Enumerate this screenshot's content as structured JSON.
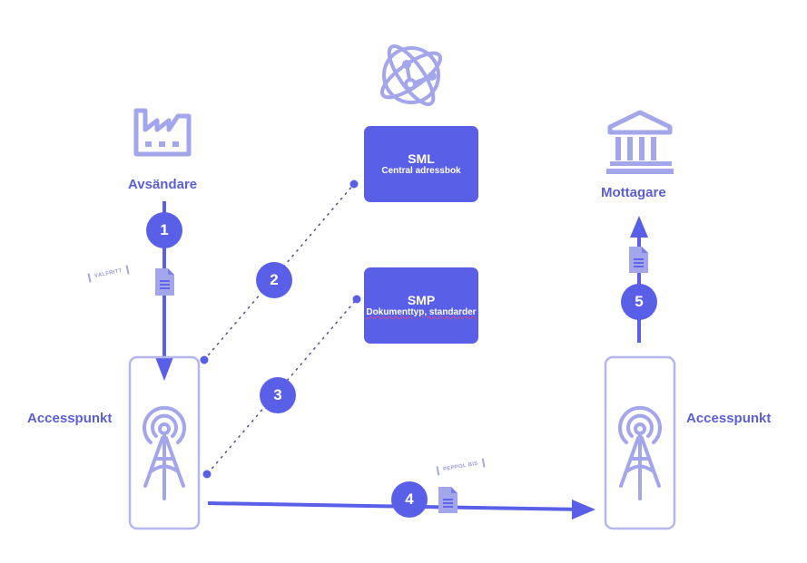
{
  "colors": {
    "primary": "#5a5fe8",
    "icon": "#a4a6ec",
    "label": "#5a5fd6",
    "dots": "#55588a"
  },
  "sender": {
    "label": "Avsändare",
    "icon": "factory-icon"
  },
  "receiver": {
    "label": "Mottagare",
    "icon": "bank-icon"
  },
  "network": {
    "icon": "globe-network-icon"
  },
  "sml": {
    "title": "SML",
    "subtitle": "Central adressbok"
  },
  "smp": {
    "title": "SMP",
    "subtitle": "Dokumenttyp, standarder"
  },
  "access_points": {
    "left": {
      "label": "Accesspunkt",
      "icon": "antenna-tower-icon"
    },
    "right": {
      "label": "Accesspunkt",
      "icon": "antenna-tower-icon"
    }
  },
  "steps": [
    {
      "number": "1"
    },
    {
      "number": "2"
    },
    {
      "number": "3"
    },
    {
      "number": "4"
    },
    {
      "number": "5"
    }
  ],
  "tags": {
    "optional": "VALFRITT",
    "peppol": "PEPPOL BIS"
  }
}
